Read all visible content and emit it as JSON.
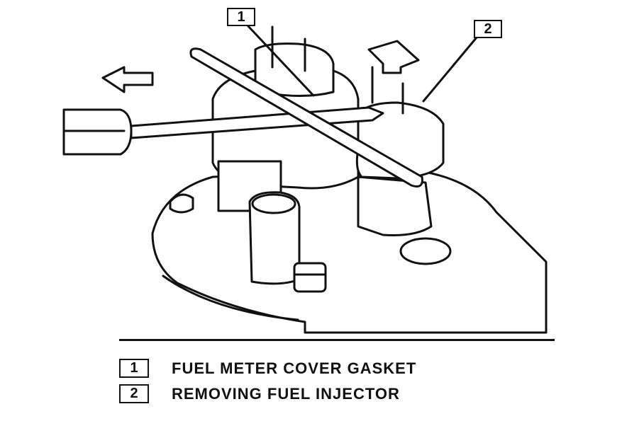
{
  "callouts": [
    {
      "number": "1"
    },
    {
      "number": "2"
    }
  ],
  "legend": [
    {
      "number": "1",
      "label": "FUEL METER COVER GASKET"
    },
    {
      "number": "2",
      "label": "REMOVING FUEL INJECTOR"
    }
  ]
}
